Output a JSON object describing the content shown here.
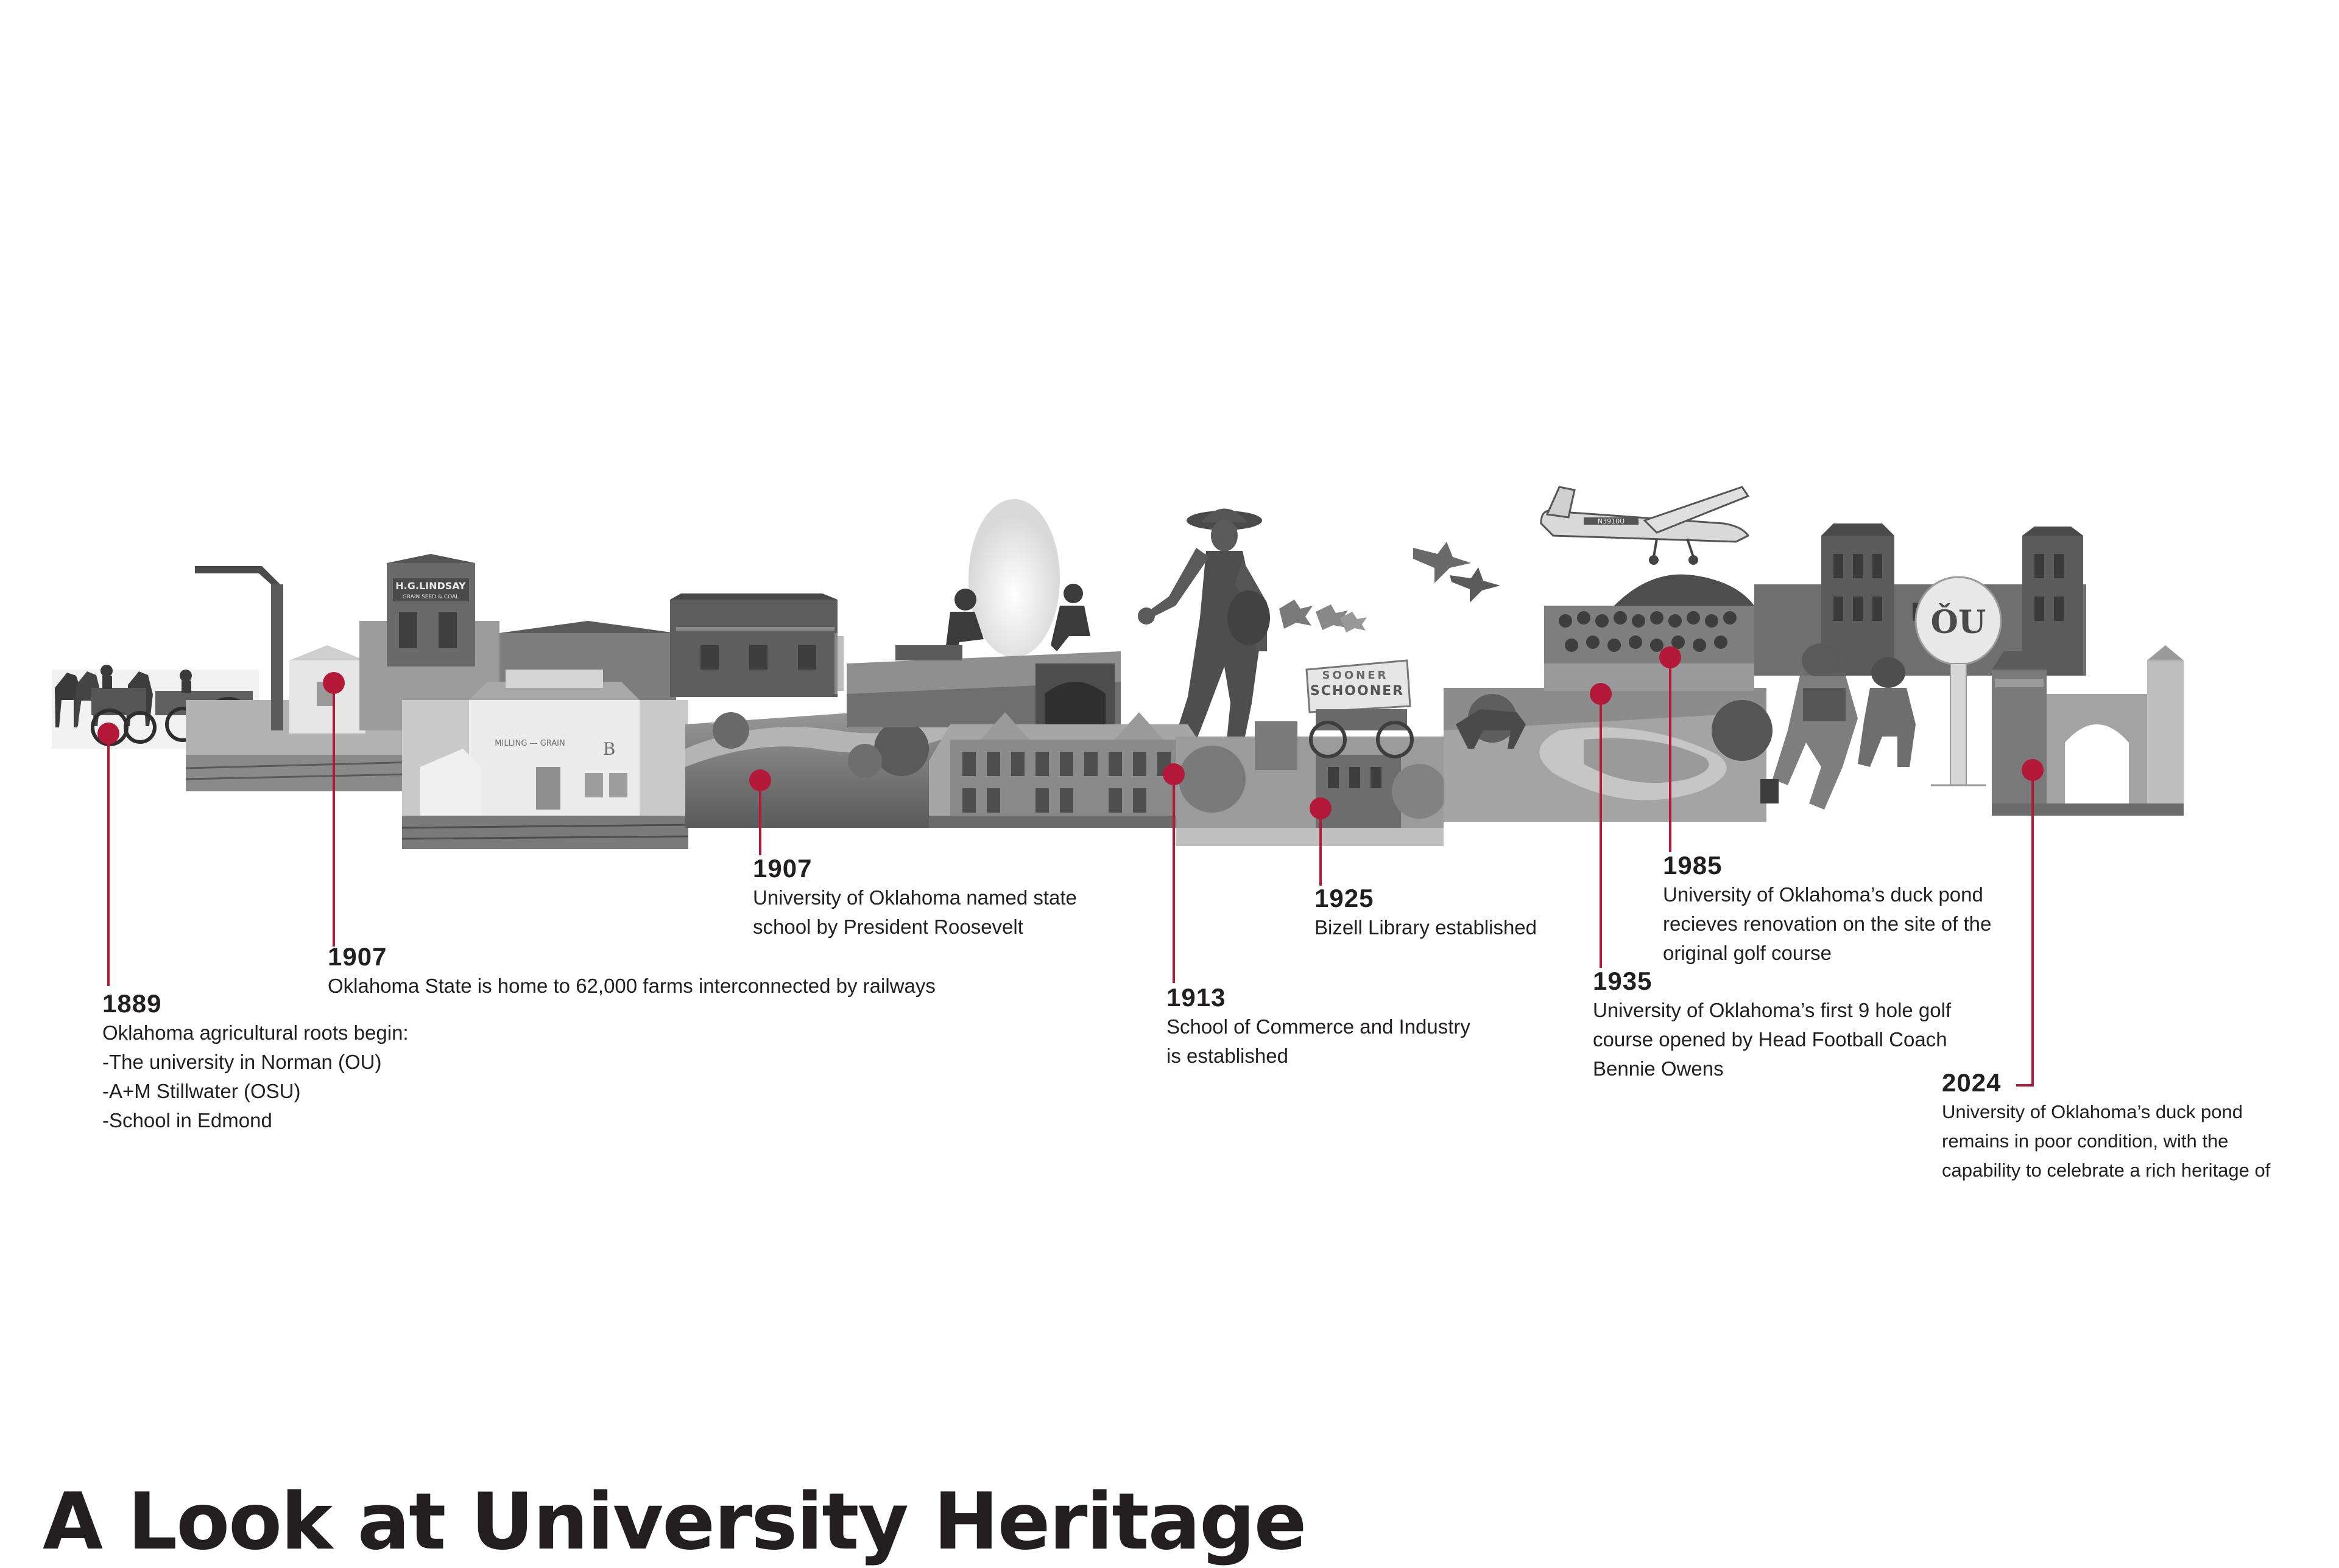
{
  "title": "A Look at University Heritage",
  "colors": {
    "accent": "#b5193a",
    "text": "#231f20",
    "collage_dark": "#4a4a4a",
    "collage_mid": "#8c8c8c",
    "collage_light": "#c8c8c8"
  },
  "collage_labels": {
    "grain_sign": "H.G.LINDSAY",
    "grain_sign_sub": "GRAIN SEED & COAL",
    "mill_sign": "MILLING — GRAIN",
    "mill_letter": "B",
    "schooner_top": "SOONER",
    "schooner_bottom": "SCHOONER",
    "plane_tail": "N3910U"
  },
  "events": [
    {
      "id": "1889",
      "year": "1889",
      "description": "Oklahoma agricultural roots begin:\n-The university in Norman (OU)\n-A+M Stillwater (OSU)\n-School in Edmond"
    },
    {
      "id": "1907a",
      "year": "1907",
      "description": "Oklahoma State is home to 62,000 farms interconnected by railways"
    },
    {
      "id": "1907b",
      "year": "1907",
      "description": "University of Oklahoma named state\nschool by President Roosevelt"
    },
    {
      "id": "1913",
      "year": "1913",
      "description": "School of Commerce and Industry\nis established"
    },
    {
      "id": "1925",
      "year": "1925",
      "description": "Bizell Library established"
    },
    {
      "id": "1935",
      "year": "1935",
      "description": "University of Oklahoma’s first 9 hole golf\ncourse opened by Head Football Coach\nBennie Owens"
    },
    {
      "id": "1985",
      "year": "1985",
      "description": "University of Oklahoma’s duck pond\nrecieves renovation on the site of the\noriginal golf course"
    },
    {
      "id": "2024",
      "year": "2024",
      "description": "University of Oklahoma’s duck pond\nremains in poor condition, with the\ncapability to celebrate a rich heritage of"
    }
  ]
}
